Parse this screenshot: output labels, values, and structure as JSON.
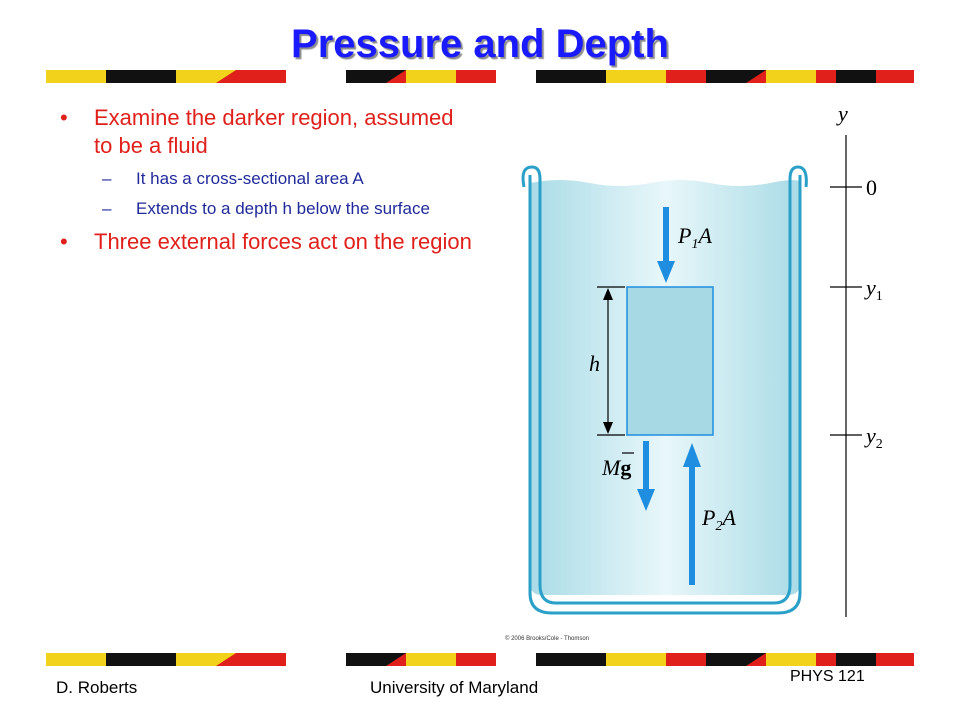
{
  "slide": {
    "title": "Pressure and Depth",
    "bullets": [
      {
        "text": "Examine the darker region, assumed to be a fluid",
        "subs": [
          "It has a cross-sectional area A",
          "Extends to a depth h below the surface"
        ]
      },
      {
        "text": "Three external forces act on the region",
        "subs": []
      }
    ]
  },
  "figure": {
    "y_axis_label": "y",
    "tick_zero": "0",
    "tick_y1": "y",
    "tick_y1_sub": "1",
    "tick_y2": "y",
    "tick_y2_sub": "2",
    "height_label": "h",
    "force_top": "P",
    "force_top_sub": "1",
    "force_top_tail": "A",
    "force_bottom": "P",
    "force_bottom_sub": "2",
    "force_bottom_tail": "A",
    "weight_m": "M",
    "weight_g": "g",
    "copyright": "© 2006 Brooks/Cole - Thomson"
  },
  "footer": {
    "author": "D. Roberts",
    "institution": "University of Maryland",
    "course": "PHYS 121"
  },
  "colors": {
    "title": "#1a1aff",
    "bullet_text": "#e0201a",
    "sub_text": "#1f2a9b",
    "arrow": "#1f8ee0",
    "water": "#bfe6ef",
    "region": "#a6d9e3",
    "band_red": "#e0201a",
    "band_yellow": "#f2d21b",
    "band_black": "#111111"
  }
}
